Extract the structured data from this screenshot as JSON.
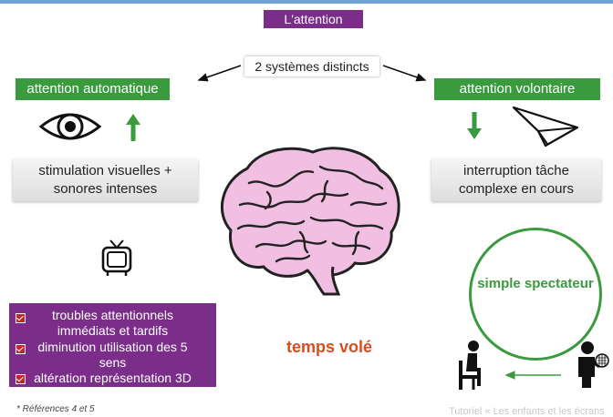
{
  "title": "L'attention",
  "systems_label": "2 systèmes distincts",
  "left": {
    "heading": "attention automatique",
    "description_line1": "stimulation visuelles +",
    "description_line2": "sonores intenses",
    "icons": [
      "eye-icon",
      "arrow-up-icon",
      "tv-icon"
    ]
  },
  "right": {
    "heading": "attention volontaire",
    "description_line1": "interruption tâche",
    "description_line2": "complexe en cours",
    "icons": [
      "arrow-down-icon",
      "paper-plane-icon"
    ]
  },
  "consequences": [
    {
      "line1": "troubles attentionnels",
      "line2": "immédiats et tardifs"
    },
    {
      "line1": "diminution utilisation des 5",
      "line2": "sens"
    },
    {
      "line1": "altération représentation 3D",
      "line2": ""
    }
  ],
  "stolen_time": "temps volé",
  "spectator": "simple spectateur",
  "references": "* Références 4 et 5",
  "footer": "Tutoriel « Les enfants et les écrans",
  "colors": {
    "purple": "#7b2d8a",
    "green": "#3a9a3e",
    "orange": "#d94c1f",
    "brain_pink": "#f1bfe1",
    "checkbox_red": "#c0262b"
  }
}
